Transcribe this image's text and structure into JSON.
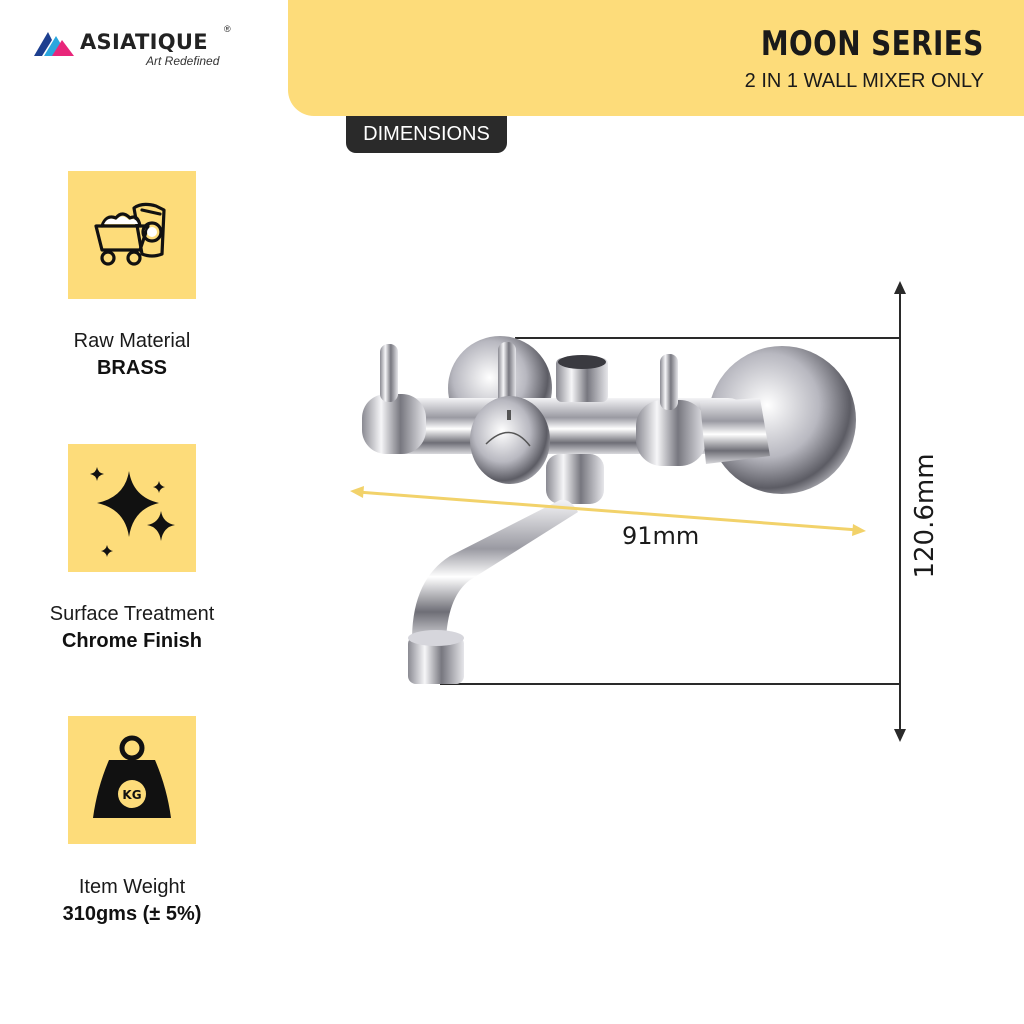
{
  "brand": {
    "name": "ASIATIQUE",
    "registered_mark": "®",
    "tagline": "Art Redefined"
  },
  "header": {
    "title": "MOON SERIES",
    "subtitle": "2 IN 1 WALL MIXER ONLY"
  },
  "dimensions_tab": {
    "label": "DIMENSIONS"
  },
  "specs": [
    {
      "icon": "raw-material-cart-icon",
      "label": "Raw Material",
      "value": "BRASS"
    },
    {
      "icon": "sparkle-icon",
      "label": "Surface Treatment",
      "value": "Chrome Finish"
    },
    {
      "icon": "weight-kg-icon",
      "label": "Item Weight",
      "value": "310gms (± 5%)",
      "icon_text": "KG"
    }
  ],
  "dimensions": {
    "width": "91mm",
    "height": "120.6mm"
  },
  "colors": {
    "accent_yellow": "#fddc7a",
    "dark": "#2a2a2a",
    "width_line": "#f2d26a"
  }
}
